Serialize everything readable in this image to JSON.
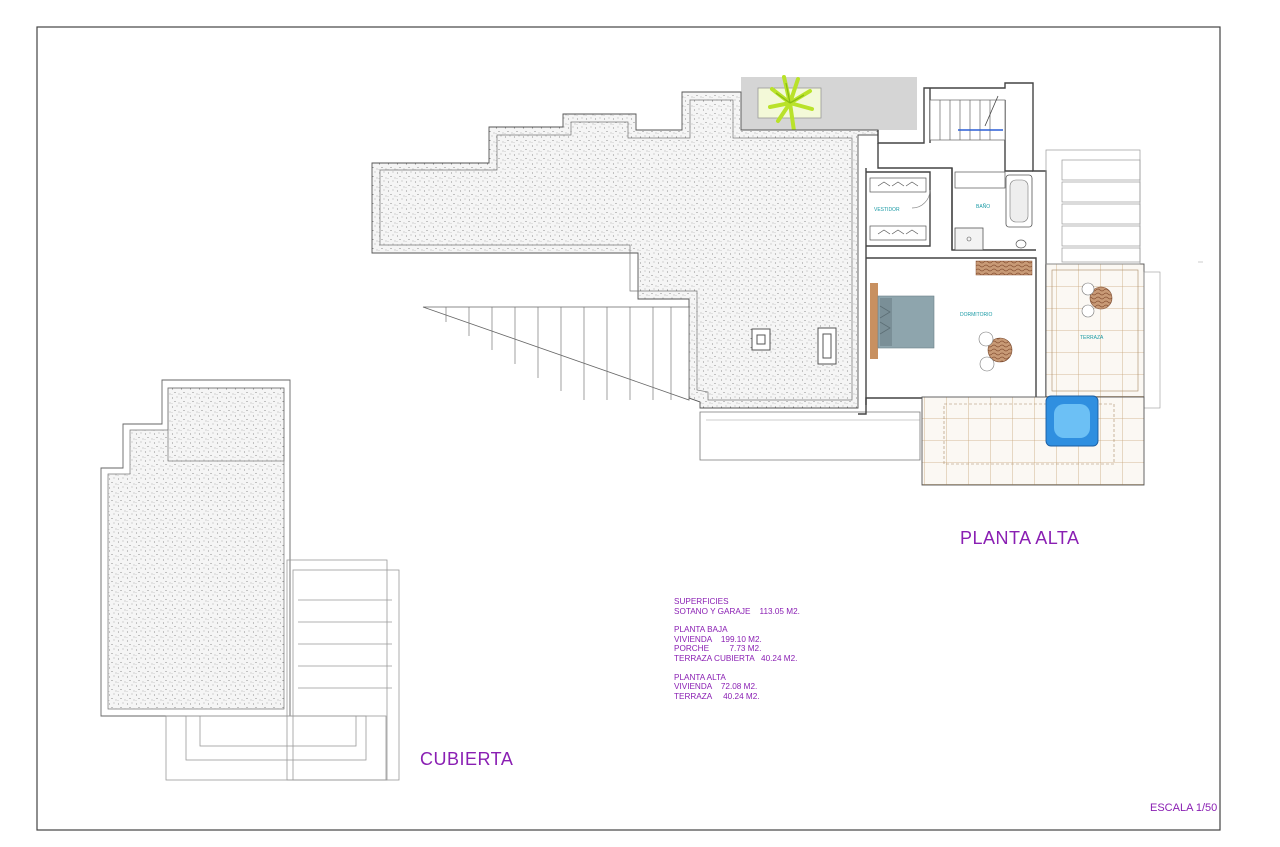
{
  "colors": {
    "accent_text": "#8a1fb3",
    "room_text": "#1a9aa5",
    "line": "#555555",
    "hatch_fill": "#f4f4f4",
    "tile_grid": "#c8a67a",
    "pool": "#2f8fe0",
    "bed": "#8aa0a8",
    "wood": "#b07a52",
    "plant": "#c6e83a",
    "gray_slab": "#d2d2d2"
  },
  "labels": {
    "planta_alta": "PLANTA ALTA",
    "cubierta": "CUBIERTA",
    "escala": "ESCALA 1/50"
  },
  "rooms": {
    "vestidor": "VESTIDOR",
    "bano": "BAÑO",
    "dormitorio": "DORMITORIO",
    "terraza": "TERRAZA"
  },
  "areas": {
    "heading": "SUPERFICIES",
    "sotano": "SOTANO Y GARAJE    113.05 M2.",
    "baja_heading": "PLANTA BAJA",
    "baja_vivienda": "VIVIENDA    199.10 M2.",
    "baja_porche": "PORCHE         7.73 M2.",
    "baja_terraza": "TERRAZA CUBIERTA   40.24 M2.",
    "alta_heading": "PLANTA ALTA",
    "alta_vivienda": "VIVIENDA    72.08 M2.",
    "alta_terraza": "TERRAZA     40.24 M2."
  },
  "icons": [
    "bed-icon",
    "bathtub-icon",
    "toilet-icon",
    "shower-icon",
    "hot-tub-icon",
    "palm-plant-icon",
    "round-table-icon",
    "stair-icon"
  ]
}
